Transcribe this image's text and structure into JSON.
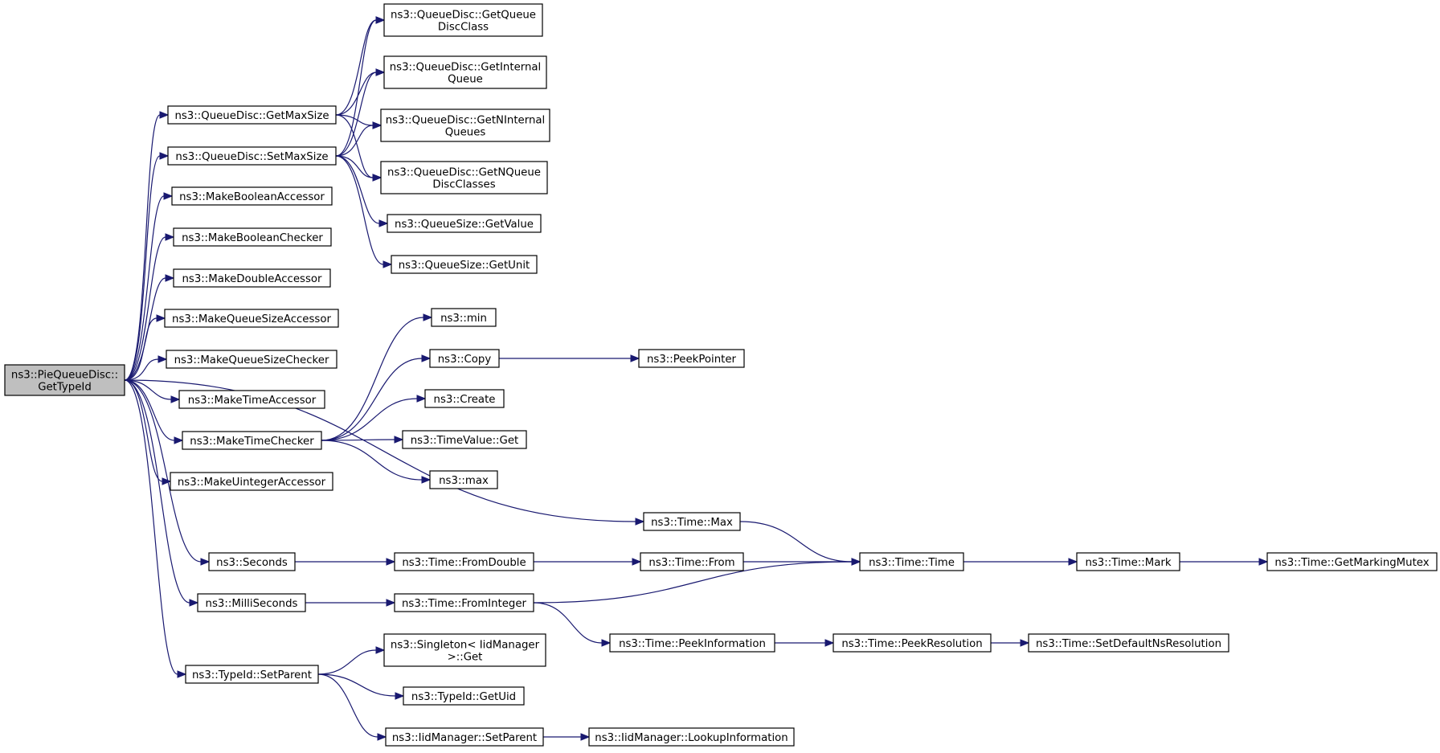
{
  "colors": {
    "edge": "#191970",
    "node_border": "#000000",
    "root_fill": "#bfbfbf",
    "node_fill": "#ffffff"
  },
  "nodes": [
    {
      "id": "root",
      "lines": [
        "ns3::PieQueueDisc::",
        "GetTypeId"
      ],
      "root": true
    },
    {
      "id": "getMaxSize",
      "lines": [
        "ns3::QueueDisc::GetMaxSize"
      ]
    },
    {
      "id": "setMaxSize",
      "lines": [
        "ns3::QueueDisc::SetMaxSize"
      ]
    },
    {
      "id": "makeBoolAcc",
      "lines": [
        "ns3::MakeBooleanAccessor"
      ]
    },
    {
      "id": "makeBoolChk",
      "lines": [
        "ns3::MakeBooleanChecker"
      ]
    },
    {
      "id": "makeDblAcc",
      "lines": [
        "ns3::MakeDoubleAccessor"
      ]
    },
    {
      "id": "makeQSAcc",
      "lines": [
        "ns3::MakeQueueSizeAccessor"
      ]
    },
    {
      "id": "makeQSChk",
      "lines": [
        "ns3::MakeQueueSizeChecker"
      ]
    },
    {
      "id": "makeTimeAcc",
      "lines": [
        "ns3::MakeTimeAccessor"
      ]
    },
    {
      "id": "makeTimeChk",
      "lines": [
        "ns3::MakeTimeChecker"
      ]
    },
    {
      "id": "makeUintAcc",
      "lines": [
        "ns3::MakeUintegerAccessor"
      ]
    },
    {
      "id": "seconds",
      "lines": [
        "ns3::Seconds"
      ]
    },
    {
      "id": "milliSeconds",
      "lines": [
        "ns3::MilliSeconds"
      ]
    },
    {
      "id": "typeIdSetParent",
      "lines": [
        "ns3::TypeId::SetParent"
      ]
    },
    {
      "id": "getQDClass",
      "lines": [
        "ns3::QueueDisc::GetQueue",
        "DiscClass"
      ]
    },
    {
      "id": "getIntQueue",
      "lines": [
        "ns3::QueueDisc::GetInternal",
        "Queue"
      ]
    },
    {
      "id": "getNIntQueues",
      "lines": [
        "ns3::QueueDisc::GetNInternal",
        "Queues"
      ]
    },
    {
      "id": "getNQDClasses",
      "lines": [
        "ns3::QueueDisc::GetNQueue",
        "DiscClasses"
      ]
    },
    {
      "id": "qsGetValue",
      "lines": [
        "ns3::QueueSize::GetValue"
      ]
    },
    {
      "id": "qsGetUnit",
      "lines": [
        "ns3::QueueSize::GetUnit"
      ]
    },
    {
      "id": "min",
      "lines": [
        "ns3::min"
      ]
    },
    {
      "id": "copy",
      "lines": [
        "ns3::Copy"
      ]
    },
    {
      "id": "create",
      "lines": [
        "ns3::Create"
      ]
    },
    {
      "id": "timeValueGet",
      "lines": [
        "ns3::TimeValue::Get"
      ]
    },
    {
      "id": "max",
      "lines": [
        "ns3::max"
      ]
    },
    {
      "id": "peekPointer",
      "lines": [
        "ns3::PeekPointer"
      ]
    },
    {
      "id": "timeMax",
      "lines": [
        "ns3::Time::Max"
      ]
    },
    {
      "id": "fromDouble",
      "lines": [
        "ns3::Time::FromDouble"
      ]
    },
    {
      "id": "fromInteger",
      "lines": [
        "ns3::Time::FromInteger"
      ]
    },
    {
      "id": "timeFrom",
      "lines": [
        "ns3::Time::From"
      ]
    },
    {
      "id": "timeTime",
      "lines": [
        "ns3::Time::Time"
      ]
    },
    {
      "id": "peekInfo",
      "lines": [
        "ns3::Time::PeekInformation"
      ]
    },
    {
      "id": "timeMark",
      "lines": [
        "ns3::Time::Mark"
      ]
    },
    {
      "id": "peekRes",
      "lines": [
        "ns3::Time::PeekResolution"
      ]
    },
    {
      "id": "getMarkingMutex",
      "lines": [
        "ns3::Time::GetMarkingMutex"
      ]
    },
    {
      "id": "setDefaultNsRes",
      "lines": [
        "ns3::Time::SetDefaultNsResolution"
      ]
    },
    {
      "id": "singletonGet",
      "lines": [
        "ns3::Singleton< IidManager",
        " >::Get"
      ]
    },
    {
      "id": "getUid",
      "lines": [
        "ns3::TypeId::GetUid"
      ]
    },
    {
      "id": "iidSetParent",
      "lines": [
        "ns3::IidManager::SetParent"
      ]
    },
    {
      "id": "lookupInfo",
      "lines": [
        "ns3::IidManager::LookupInformation"
      ]
    }
  ],
  "edges": [
    [
      "root",
      "getMaxSize"
    ],
    [
      "root",
      "setMaxSize"
    ],
    [
      "root",
      "makeBoolAcc"
    ],
    [
      "root",
      "makeBoolChk"
    ],
    [
      "root",
      "makeDblAcc"
    ],
    [
      "root",
      "makeQSAcc"
    ],
    [
      "root",
      "makeQSChk"
    ],
    [
      "root",
      "makeTimeAcc"
    ],
    [
      "root",
      "makeTimeChk"
    ],
    [
      "root",
      "makeUintAcc"
    ],
    [
      "root",
      "timeMax"
    ],
    [
      "root",
      "seconds"
    ],
    [
      "root",
      "milliSeconds"
    ],
    [
      "root",
      "typeIdSetParent"
    ],
    [
      "getMaxSize",
      "getQDClass"
    ],
    [
      "getMaxSize",
      "getIntQueue"
    ],
    [
      "getMaxSize",
      "getNIntQueues"
    ],
    [
      "getMaxSize",
      "getNQDClasses"
    ],
    [
      "setMaxSize",
      "getQDClass"
    ],
    [
      "setMaxSize",
      "getIntQueue"
    ],
    [
      "setMaxSize",
      "getNIntQueues"
    ],
    [
      "setMaxSize",
      "getNQDClasses"
    ],
    [
      "setMaxSize",
      "qsGetValue"
    ],
    [
      "setMaxSize",
      "qsGetUnit"
    ],
    [
      "makeTimeChk",
      "min"
    ],
    [
      "makeTimeChk",
      "copy"
    ],
    [
      "makeTimeChk",
      "create"
    ],
    [
      "makeTimeChk",
      "timeValueGet"
    ],
    [
      "makeTimeChk",
      "max"
    ],
    [
      "copy",
      "peekPointer"
    ],
    [
      "timeMax",
      "timeTime"
    ],
    [
      "seconds",
      "fromDouble"
    ],
    [
      "fromDouble",
      "timeFrom"
    ],
    [
      "timeFrom",
      "timeTime"
    ],
    [
      "milliSeconds",
      "fromInteger"
    ],
    [
      "fromInteger",
      "timeTime"
    ],
    [
      "fromInteger",
      "peekInfo"
    ],
    [
      "timeTime",
      "timeMark"
    ],
    [
      "timeMark",
      "getMarkingMutex"
    ],
    [
      "peekInfo",
      "peekRes"
    ],
    [
      "peekRes",
      "setDefaultNsRes"
    ],
    [
      "typeIdSetParent",
      "singletonGet"
    ],
    [
      "typeIdSetParent",
      "getUid"
    ],
    [
      "typeIdSetParent",
      "iidSetParent"
    ],
    [
      "iidSetParent",
      "lookupInfo"
    ]
  ]
}
